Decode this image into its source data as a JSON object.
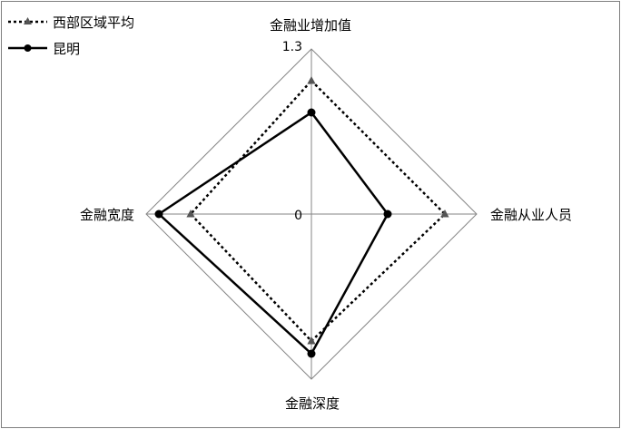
{
  "chart_data": {
    "type": "radar",
    "axes": [
      "金融业增加值",
      "金融从业人员",
      "金融深度",
      "金融宽度"
    ],
    "range": [
      0,
      1.3
    ],
    "tick_labels": {
      "min": "0",
      "max": "1.3"
    },
    "series": [
      {
        "name": "西部区域平均",
        "values": [
          1.05,
          1.05,
          1.0,
          0.95
        ],
        "color": "#000000",
        "marker_color": "#555555",
        "style": "dotted",
        "marker": "triangle"
      },
      {
        "name": "昆明",
        "values": [
          0.8,
          0.6,
          1.1,
          1.2
        ],
        "color": "#000000",
        "marker_color": "#000000",
        "style": "solid",
        "marker": "circle"
      }
    ],
    "grid": "outer-diamond-and-axes",
    "legend_position": "top-left"
  }
}
